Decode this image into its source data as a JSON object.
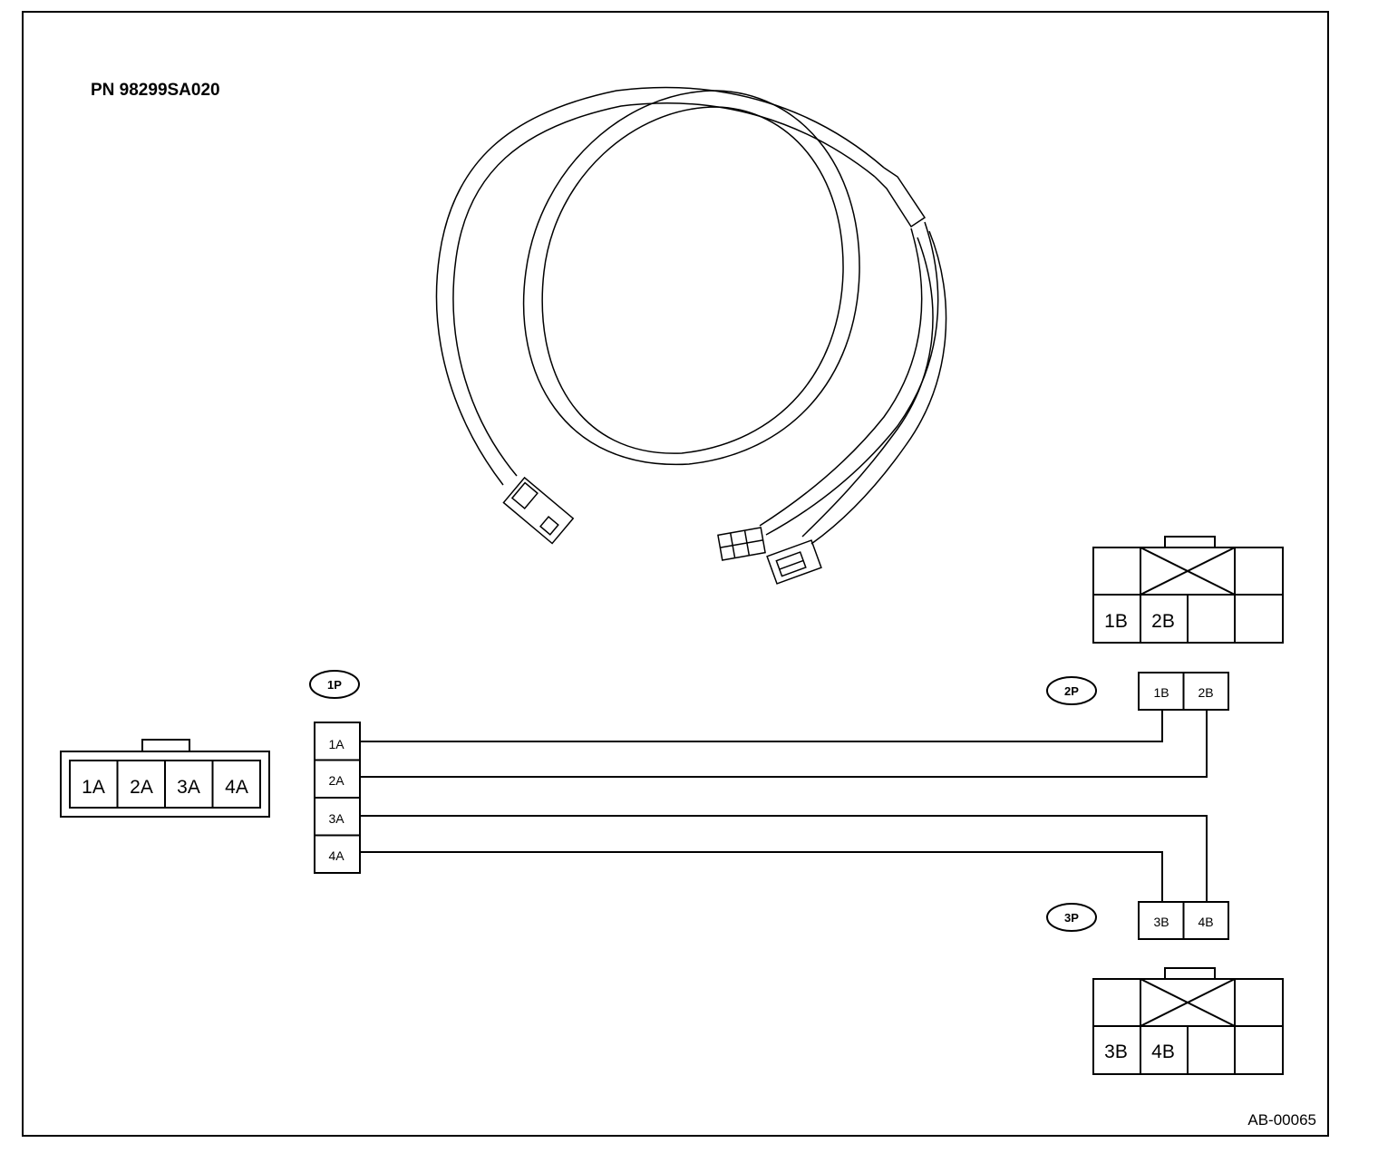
{
  "part_number": "PN 98299SA020",
  "figure_code": "AB-00065",
  "connector_1p": {
    "tag": "1P",
    "face_cells": [
      "1A",
      "2A",
      "3A",
      "4A"
    ],
    "pins": [
      "1A",
      "2A",
      "3A",
      "4A"
    ]
  },
  "connector_2p": {
    "tag": "2P",
    "pins": [
      "1B",
      "2B"
    ],
    "face_cells": [
      "1B",
      "2B"
    ]
  },
  "connector_3p": {
    "tag": "3P",
    "pins": [
      "3B",
      "4B"
    ],
    "face_cells": [
      "3B",
      "4B"
    ]
  }
}
